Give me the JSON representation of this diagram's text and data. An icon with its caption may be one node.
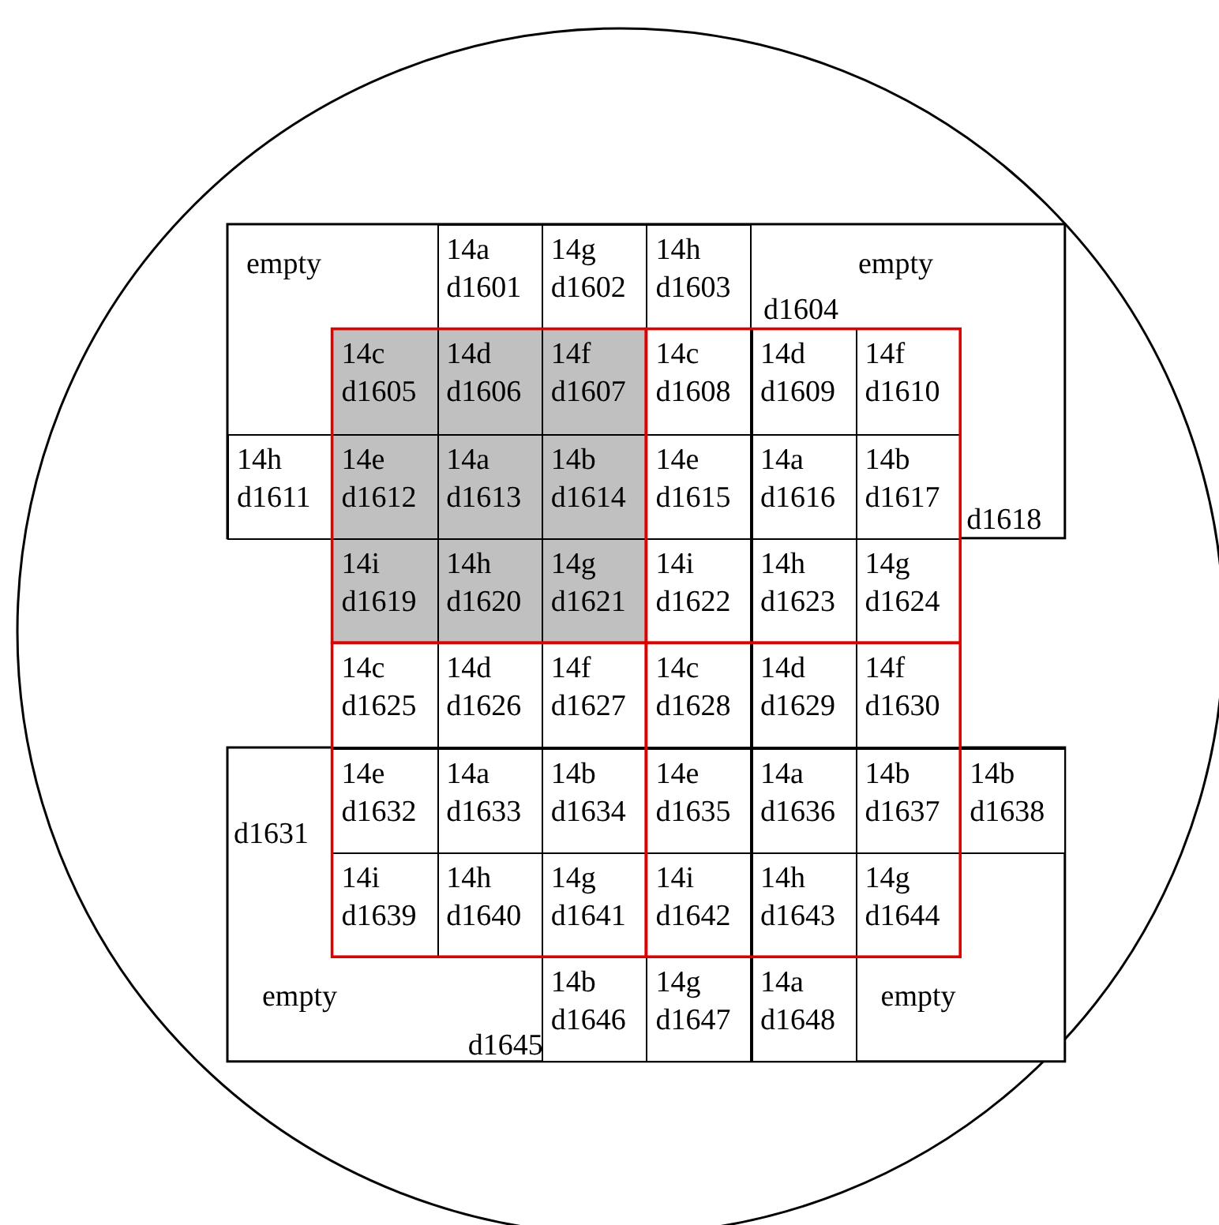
{
  "diagram": {
    "nodes": [
      {
        "text": [
          "empty"
        ]
      },
      {
        "text": [
          "14a",
          "d1601"
        ]
      },
      {
        "text": [
          "14g",
          "d1602"
        ]
      },
      {
        "text": [
          "14h",
          "d1603"
        ]
      },
      {
        "text": [
          "empty",
          "d1604"
        ]
      },
      {
        "text": [
          "14c",
          "d1605"
        ]
      },
      {
        "text": [
          "14d",
          "d1606"
        ]
      },
      {
        "text": [
          "14f",
          "d1607"
        ]
      },
      {
        "text": [
          "14c",
          "d1608"
        ]
      },
      {
        "text": [
          "14d",
          "d1609"
        ]
      },
      {
        "text": [
          "14f",
          "d1610"
        ]
      },
      {
        "text": [
          "14h",
          "d1611"
        ]
      },
      {
        "text": [
          "14e",
          "d1612"
        ]
      },
      {
        "text": [
          "14a",
          "d1613"
        ]
      },
      {
        "text": [
          "14b",
          "d1614"
        ]
      },
      {
        "text": [
          "14e",
          "d1615"
        ]
      },
      {
        "text": [
          "14a",
          "d1616"
        ]
      },
      {
        "text": [
          "14b",
          "d1617"
        ]
      },
      {
        "text": [
          "d1618"
        ]
      },
      {
        "text": [
          "14i",
          "d1619"
        ]
      },
      {
        "text": [
          "14h",
          "d1620"
        ]
      },
      {
        "text": [
          "14g",
          "d1621"
        ]
      },
      {
        "text": [
          "14i",
          "d1622"
        ]
      },
      {
        "text": [
          "14h",
          "d1623"
        ]
      },
      {
        "text": [
          "14g",
          "d1624"
        ]
      },
      {
        "text": [
          "14c",
          "d1625"
        ]
      },
      {
        "text": [
          "14d",
          "d1626"
        ]
      },
      {
        "text": [
          "14f",
          "d1627"
        ]
      },
      {
        "text": [
          "14c",
          "d1628"
        ]
      },
      {
        "text": [
          "14d",
          "d1629"
        ]
      },
      {
        "text": [
          "14f",
          "d1630"
        ]
      },
      {
        "text": [
          "d1631"
        ]
      },
      {
        "text": [
          "14e",
          "d1632"
        ]
      },
      {
        "text": [
          "14a",
          "d1633"
        ]
      },
      {
        "text": [
          "14b",
          "d1634"
        ]
      },
      {
        "text": [
          "14e",
          "d1635"
        ]
      },
      {
        "text": [
          "14a",
          "d1636"
        ]
      },
      {
        "text": [
          "14b",
          "d1637"
        ]
      },
      {
        "text": [
          "14b",
          "d1638"
        ]
      },
      {
        "text": [
          "14i",
          "d1639"
        ]
      },
      {
        "text": [
          "14h",
          "d1640"
        ]
      },
      {
        "text": [
          "14g",
          "d1641"
        ]
      },
      {
        "text": [
          "14i",
          "d1642"
        ]
      },
      {
        "text": [
          "14h",
          "d1643"
        ]
      },
      {
        "text": [
          "14g",
          "d1644"
        ]
      },
      {
        "text": [
          "empty",
          "d1645"
        ]
      },
      {
        "text": [
          "14b",
          "d1646"
        ]
      },
      {
        "text": [
          "14g",
          "d1647"
        ]
      },
      {
        "text": [
          "14a",
          "d1648"
        ]
      },
      {
        "text": [
          "empty"
        ]
      }
    ]
  }
}
